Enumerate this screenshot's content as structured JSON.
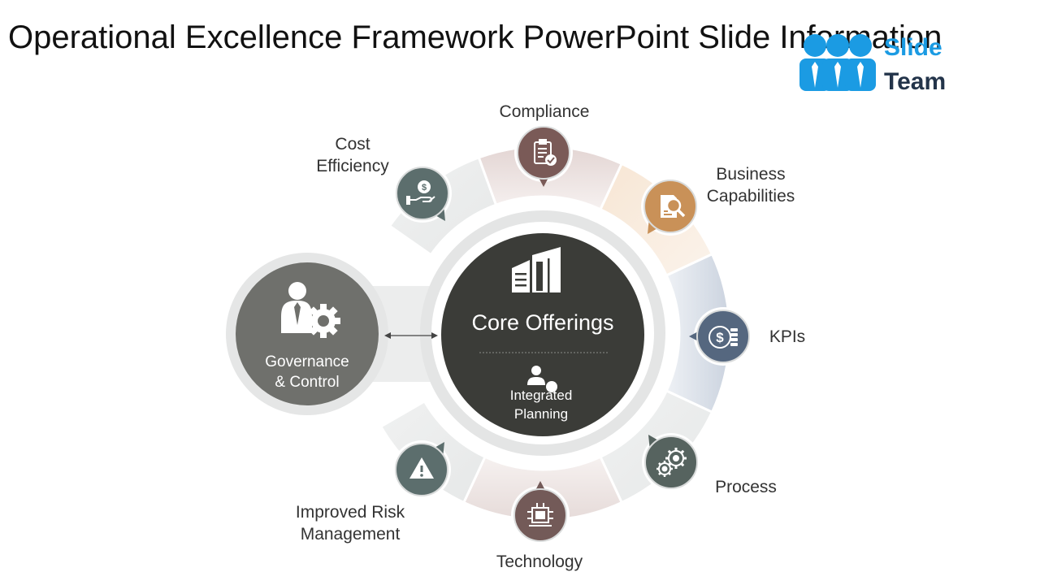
{
  "slide": {
    "title": "Operational Excellence Framework PowerPoint Slide Information"
  },
  "logo": {
    "line1": "Slide",
    "line2": "Team",
    "icon": "people-icon"
  },
  "core": {
    "title": "Core Offerings",
    "subtitle_line1": "Integrated",
    "subtitle_line2": "Planning",
    "icon": "building-icon",
    "sub_icon": "person-dollar-icon"
  },
  "governance": {
    "line1": "Governance",
    "line2": "& Control",
    "icon": "person-gear-icon"
  },
  "items": {
    "compliance": {
      "label": "Compliance",
      "icon": "clipboard-check-icon"
    },
    "cost": {
      "line1": "Cost",
      "line2": "Efficiency",
      "icon": "hand-dollar-icon"
    },
    "business": {
      "line1": "Business",
      "line2": "Capabilities",
      "icon": "document-search-icon"
    },
    "kpis": {
      "label": "KPIs",
      "icon": "coins-dollar-icon"
    },
    "process": {
      "label": "Process",
      "icon": "gears-icon"
    },
    "technology": {
      "label": "Technology",
      "icon": "circuit-icon"
    },
    "risk": {
      "line1": "Improved Risk",
      "line2": "Management",
      "icon": "warning-icon"
    }
  },
  "colors": {
    "core": "#3b3c38",
    "governance": "#6f706c",
    "compliance": "#7a5a57",
    "cost": "#5c6e6d",
    "business": "#c99158",
    "kpis": "#55677f",
    "process": "#56635f",
    "technology": "#735a58",
    "risk": "#5c6e6d",
    "logo_blue": "#1b9be3",
    "logo_dark": "#23344a"
  }
}
